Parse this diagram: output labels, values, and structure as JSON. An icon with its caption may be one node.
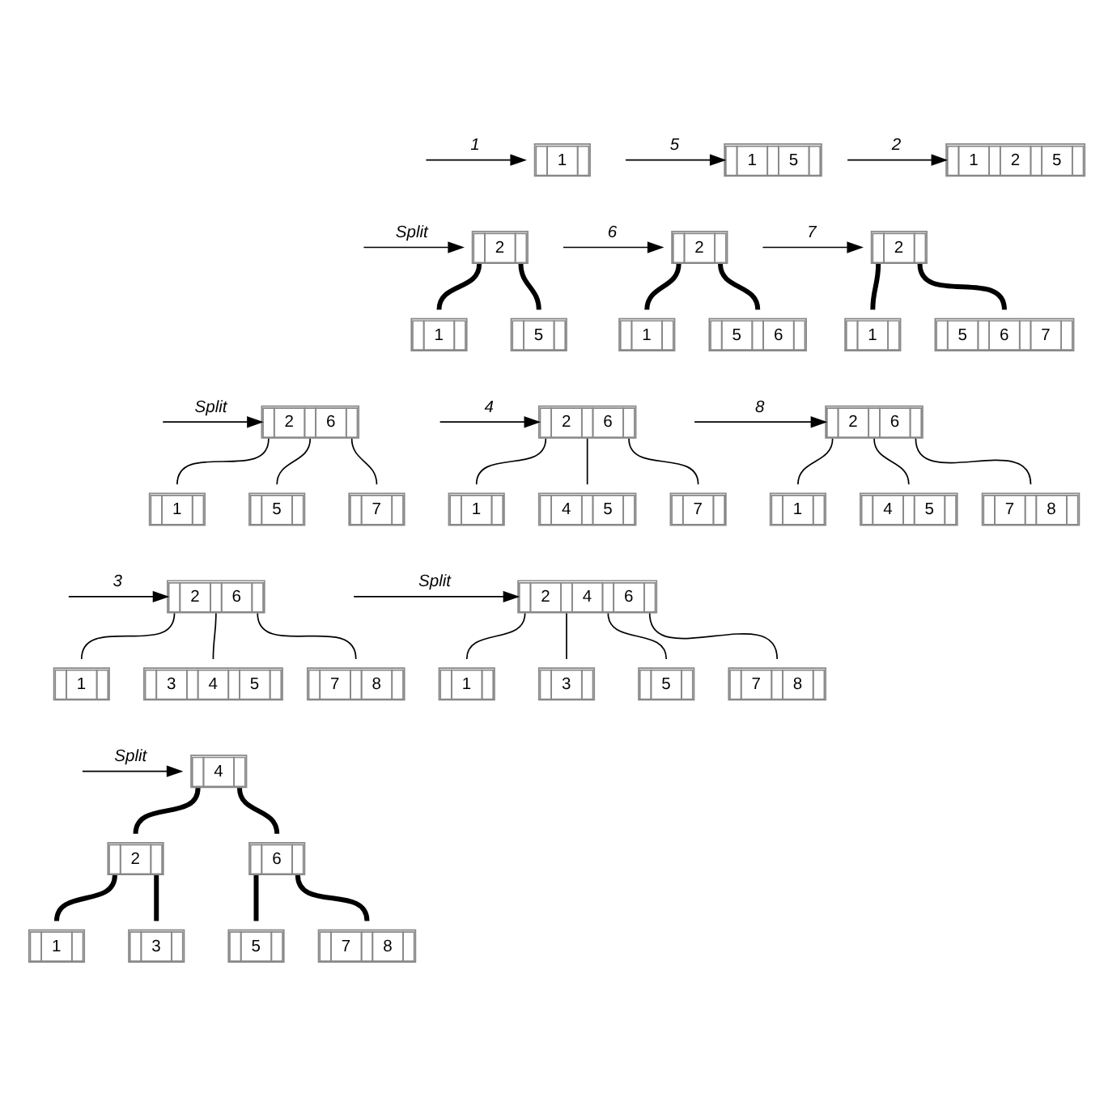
{
  "diagram": {
    "nodes": [
      {
        "text": [
          "1"
        ]
      },
      {
        "text": [
          "1",
          "5"
        ]
      },
      {
        "text": [
          "1",
          "2",
          "5"
        ]
      },
      {
        "text": [
          "2"
        ]
      },
      {
        "text": [
          "1"
        ]
      },
      {
        "text": [
          "5"
        ]
      },
      {
        "text": [
          "2"
        ]
      },
      {
        "text": [
          "1"
        ]
      },
      {
        "text": [
          "5",
          "6"
        ]
      },
      {
        "text": [
          "2"
        ]
      },
      {
        "text": [
          "1"
        ]
      },
      {
        "text": [
          "5",
          "6",
          "7"
        ]
      },
      {
        "text": [
          "2",
          "6"
        ]
      },
      {
        "text": [
          "1"
        ]
      },
      {
        "text": [
          "5"
        ]
      },
      {
        "text": [
          "7"
        ]
      },
      {
        "text": [
          "2",
          "6"
        ]
      },
      {
        "text": [
          "1"
        ]
      },
      {
        "text": [
          "4",
          "5"
        ]
      },
      {
        "text": [
          "7"
        ]
      },
      {
        "text": [
          "2",
          "6"
        ]
      },
      {
        "text": [
          "1"
        ]
      },
      {
        "text": [
          "4",
          "5"
        ]
      },
      {
        "text": [
          "7",
          "8"
        ]
      },
      {
        "text": [
          "2",
          "6"
        ]
      },
      {
        "text": [
          "1"
        ]
      },
      {
        "text": [
          "3",
          "4",
          "5"
        ]
      },
      {
        "text": [
          "7",
          "8"
        ]
      },
      {
        "text": [
          "2",
          "4",
          "6"
        ]
      },
      {
        "text": [
          "1"
        ]
      },
      {
        "text": [
          "3"
        ]
      },
      {
        "text": [
          "5"
        ]
      },
      {
        "text": [
          "7",
          "8"
        ]
      },
      {
        "text": [
          "4"
        ]
      },
      {
        "text": [
          "2"
        ]
      },
      {
        "text": [
          "6"
        ]
      },
      {
        "text": [
          "1"
        ]
      },
      {
        "text": [
          "3"
        ]
      },
      {
        "text": [
          "5"
        ]
      },
      {
        "text": [
          "7",
          "8"
        ]
      }
    ],
    "edges": [
      {
        "from": null,
        "to": 0,
        "arrow": "to",
        "label": "1"
      },
      {
        "from": null,
        "to": 1,
        "arrow": "to",
        "label": "5"
      },
      {
        "from": null,
        "to": 2,
        "arrow": "to",
        "label": "2"
      },
      {
        "from": null,
        "to": 3,
        "arrow": "to",
        "label": "Split"
      },
      {
        "from": 3,
        "to": 4,
        "arrow": "none",
        "style": "thick"
      },
      {
        "from": 3,
        "to": 5,
        "arrow": "none",
        "style": "thick"
      },
      {
        "from": null,
        "to": 6,
        "arrow": "to",
        "label": "6"
      },
      {
        "from": 6,
        "to": 7,
        "arrow": "none",
        "style": "thick"
      },
      {
        "from": 6,
        "to": 8,
        "arrow": "none",
        "style": "thick"
      },
      {
        "from": null,
        "to": 9,
        "arrow": "to",
        "label": "7"
      },
      {
        "from": 9,
        "to": 10,
        "arrow": "none",
        "style": "thick"
      },
      {
        "from": 9,
        "to": 11,
        "arrow": "none",
        "style": "thick"
      },
      {
        "from": null,
        "to": 12,
        "arrow": "to",
        "label": "Split"
      },
      {
        "from": 12,
        "to": 13,
        "arrow": "none"
      },
      {
        "from": 12,
        "to": 14,
        "arrow": "none"
      },
      {
        "from": 12,
        "to": 15,
        "arrow": "none"
      },
      {
        "from": null,
        "to": 16,
        "arrow": "to",
        "label": "4"
      },
      {
        "from": 16,
        "to": 17,
        "arrow": "none"
      },
      {
        "from": 16,
        "to": 18,
        "arrow": "none"
      },
      {
        "from": 16,
        "to": 19,
        "arrow": "none"
      },
      {
        "from": null,
        "to": 20,
        "arrow": "to",
        "label": "8"
      },
      {
        "from": 20,
        "to": 21,
        "arrow": "none"
      },
      {
        "from": 20,
        "to": 22,
        "arrow": "none"
      },
      {
        "from": 20,
        "to": 23,
        "arrow": "none"
      },
      {
        "from": null,
        "to": 24,
        "arrow": "to",
        "label": "3"
      },
      {
        "from": 24,
        "to": 25,
        "arrow": "none"
      },
      {
        "from": 24,
        "to": 26,
        "arrow": "none"
      },
      {
        "from": 24,
        "to": 27,
        "arrow": "none"
      },
      {
        "from": null,
        "to": 28,
        "arrow": "to",
        "label": "Split"
      },
      {
        "from": 28,
        "to": 29,
        "arrow": "none"
      },
      {
        "from": 28,
        "to": 30,
        "arrow": "none"
      },
      {
        "from": 28,
        "to": 31,
        "arrow": "none"
      },
      {
        "from": 28,
        "to": 32,
        "arrow": "none"
      },
      {
        "from": null,
        "to": 33,
        "arrow": "to",
        "label": "Split"
      },
      {
        "from": 33,
        "to": 34,
        "arrow": "none",
        "style": "thick"
      },
      {
        "from": 33,
        "to": 35,
        "arrow": "none",
        "style": "thick"
      },
      {
        "from": 34,
        "to": 36,
        "arrow": "none",
        "style": "thick"
      },
      {
        "from": 34,
        "to": 37,
        "arrow": "none",
        "style": "thick"
      },
      {
        "from": 35,
        "to": 38,
        "arrow": "none",
        "style": "thick"
      },
      {
        "from": 35,
        "to": 39,
        "arrow": "none",
        "style": "thick"
      }
    ]
  }
}
